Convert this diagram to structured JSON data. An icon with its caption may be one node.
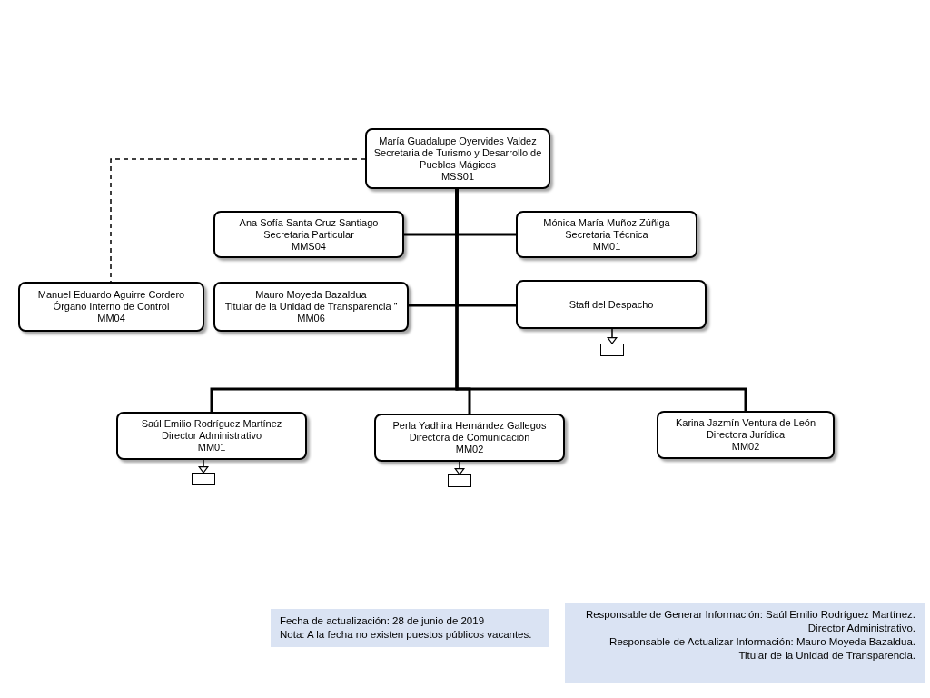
{
  "diagram": {
    "nodes": [
      {
        "text": [
          "María Guadalupe Oyervides Valdez",
          "Secretaria de Turismo y Desarrollo de Pueblos Mágicos",
          "MSS01"
        ]
      },
      {
        "text": [
          "Ana Sofía Santa Cruz Santiago",
          "Secretaria Particular",
          "MMS04"
        ]
      },
      {
        "text": [
          "Mónica María Muñoz Zúñiga",
          "Secretaria Técnica",
          "MM01"
        ]
      },
      {
        "text": [
          "Manuel Eduardo Aguirre Cordero",
          "Órgano Interno de Control",
          "MM04"
        ]
      },
      {
        "text": [
          "Mauro Moyeda Bazaldua",
          "Titular de la Unidad de Transparencia ”",
          "MM06"
        ]
      },
      {
        "text": [
          "Staff del Despacho"
        ]
      },
      {
        "text": [
          "Saúl Emilio Rodríguez Martínez",
          "Director Administrativo",
          "MM01"
        ]
      },
      {
        "text": [
          "Perla Yadhira Hernández Gallegos",
          "Directora de Comunicación",
          "MM02"
        ]
      },
      {
        "text": [
          "Karina Jazmín Ventura de León",
          "Directora Jurídica",
          "MM02"
        ]
      },
      {
        "text": [],
        "shape": "box"
      },
      {
        "text": [],
        "shape": "box"
      },
      {
        "text": [],
        "shape": "box"
      },
      {
        "text": [
          "Fecha de actualización: 28 de junio de 2019",
          "Nota: A la fecha no existen puestos públicos vacantes."
        ]
      },
      {
        "text": [
          "Responsable de Generar Información: Saúl Emilio Rodríguez Martínez.",
          "Director Administrativo.",
          "Responsable de Actualizar Información: Mauro Moyeda Bazaldua.",
          "Titular de la Unidad de Transparencia."
        ]
      }
    ],
    "edges": [
      {
        "from": 0,
        "to": 3,
        "arrow": "none",
        "style": "dashed"
      },
      {
        "from": 0,
        "to": 1,
        "arrow": "none"
      },
      {
        "from": 0,
        "to": 2,
        "arrow": "none"
      },
      {
        "from": 0,
        "to": 4,
        "arrow": "none"
      },
      {
        "from": 0,
        "to": 5,
        "arrow": "none"
      },
      {
        "from": 0,
        "to": 6,
        "arrow": "none"
      },
      {
        "from": 0,
        "to": 7,
        "arrow": "none"
      },
      {
        "from": 0,
        "to": 8,
        "arrow": "none"
      },
      {
        "from": 5,
        "to": 9,
        "arrow": "to"
      },
      {
        "from": 6,
        "to": 10,
        "arrow": "to"
      },
      {
        "from": 7,
        "to": 11,
        "arrow": "to"
      }
    ]
  }
}
